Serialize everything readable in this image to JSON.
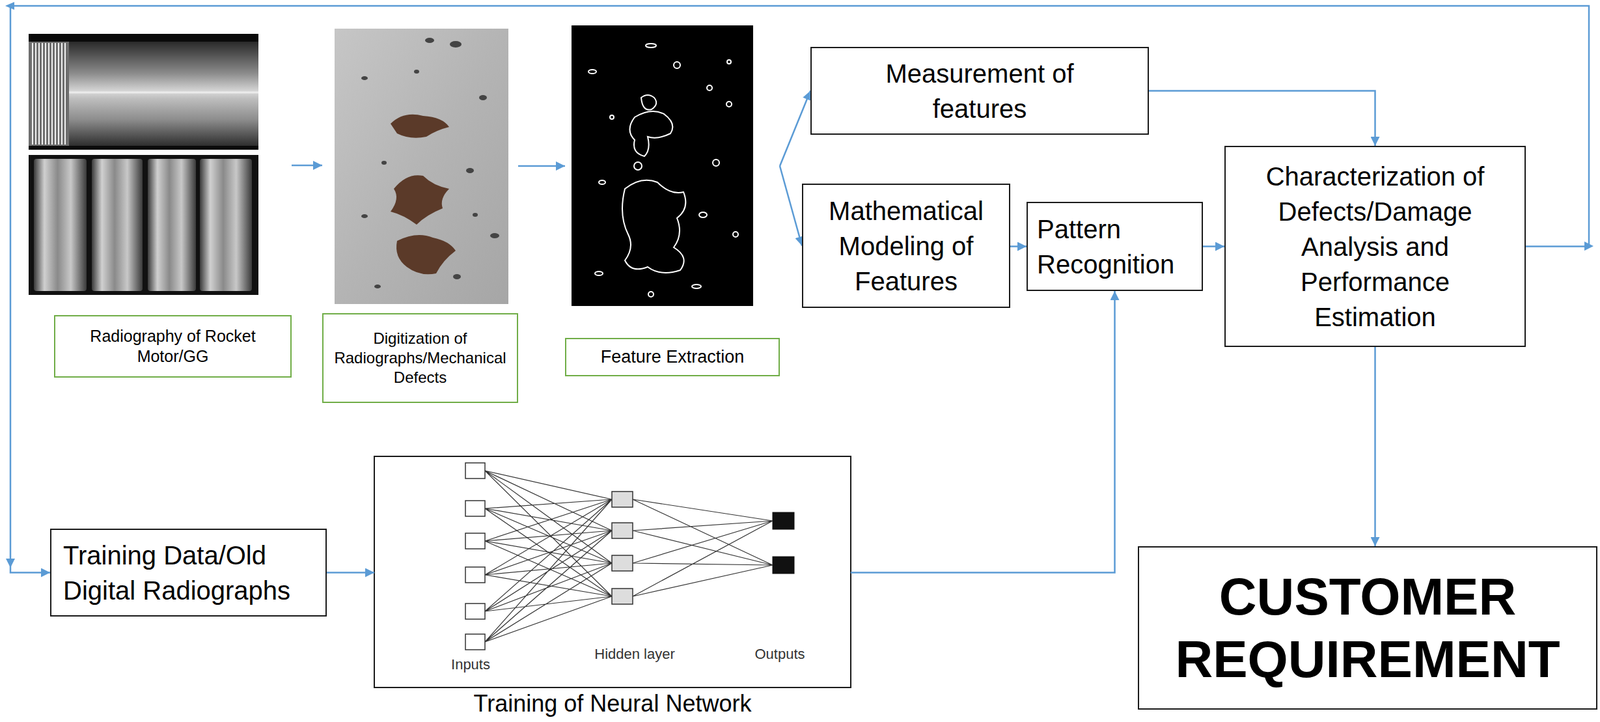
{
  "diagram": {
    "nodes": [
      {
        "text": [
          "Radiography of Rocket Motor/GG"
        ]
      },
      {
        "text": [
          "Digitization of Radiographs/Mechanical Defects"
        ]
      },
      {
        "text": [
          "Feature Extraction"
        ]
      },
      {
        "text": [
          "Measurement of features"
        ]
      },
      {
        "text": [
          "Mathematical Modeling of Features"
        ]
      },
      {
        "text": [
          "Pattern Recognition"
        ]
      },
      {
        "text": [
          "Characterization of Defects/Damage Analysis and Performance Estimation"
        ]
      },
      {
        "text": [
          "Training Data/Old Digital Radiographs"
        ]
      },
      {
        "text": [
          "Inputs",
          "Hidden layer",
          "Outputs",
          "Training of Neural Network"
        ]
      },
      {
        "text": [
          "CUSTOMER REQUIREMENT"
        ]
      }
    ],
    "edges": [
      {
        "from": 0,
        "to": 1,
        "arrow": "to"
      },
      {
        "from": 1,
        "to": 2,
        "arrow": "to"
      },
      {
        "from": 2,
        "to": 3,
        "arrow": "to"
      },
      {
        "from": 2,
        "to": 4,
        "arrow": "to"
      },
      {
        "from": 3,
        "to": 6,
        "arrow": "to"
      },
      {
        "from": 4,
        "to": 5,
        "arrow": "to"
      },
      {
        "from": 5,
        "to": 6,
        "arrow": "to"
      },
      {
        "from": 6,
        "to": 9,
        "arrow": "to"
      },
      {
        "from": 6,
        "to": 7,
        "arrow": "to"
      },
      {
        "from": 7,
        "to": 8,
        "arrow": "to"
      },
      {
        "from": 8,
        "to": 5,
        "arrow": "to"
      }
    ]
  }
}
